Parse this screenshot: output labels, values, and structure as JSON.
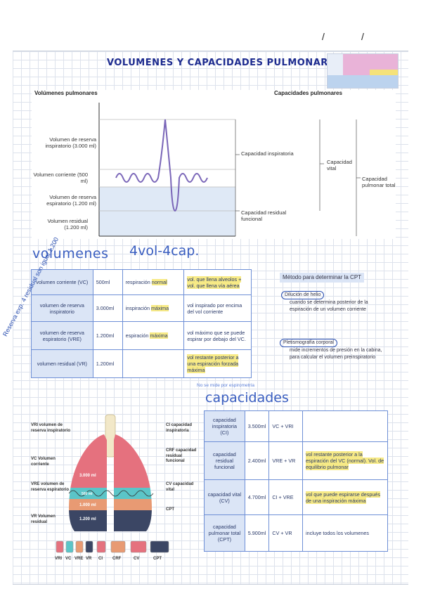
{
  "header": {
    "date_slashes": [
      "/",
      "/"
    ]
  },
  "title": "VOLUMENES Y CAPACIDADES PULMONARES",
  "diagram": {
    "left_header": "Volúmenes pulmonares",
    "right_header": "Capacidades pulmonares",
    "left_labels": [
      "Volumen de reserva inspiratorio (3.000 ml)",
      "Volumen corriente (500 ml)",
      "Volumen de reserva espiratorio (1.200 ml)",
      "Volumen residual (1.200 ml)"
    ],
    "mid_labels": [
      "Capacidad inspiratoria",
      "Capacidad residual funcional"
    ],
    "vital": "Capacidad vital",
    "total": "Capacidad pulmonar total"
  },
  "headings": {
    "volumenes": "volumenes",
    "count": "4vol-4cap.",
    "capacidades": "capacidades"
  },
  "volumes_table": [
    {
      "name": "volumen corriente (VC)",
      "ml": "500ml",
      "desc": [
        "respiración ",
        "normal"
      ],
      "def": "vol. que llena alveolos + vol. que llena vía aérea"
    },
    {
      "name": "volumen de reserva inspiratorio",
      "ml": "3.000ml",
      "desc": [
        "inspiración ",
        "máxima"
      ],
      "def": "vol inspirado por encima del vol corriente"
    },
    {
      "name": "volumen de reserva espiratorio (VRE)",
      "ml": "1.200ml",
      "desc": [
        "espiración ",
        "máxima"
      ],
      "def": "vol máximo que se puede espirar por debajo del VC."
    },
    {
      "name": "volumen residual (VR)",
      "ml": "1.200ml",
      "desc": [
        "",
        ""
      ],
      "def": "vol restante posterior a una espiración forzada máxima"
    }
  ],
  "no_se_mide": "No se mide por espirometría",
  "side_note": "Reserva exp. 4 residual son igual 1,200",
  "method": {
    "title": "Método para determinar la CPT",
    "items": [
      {
        "name": "Dilución de helio",
        "text": "cuando se determina posterior de la espiración de un volumen corriente"
      },
      {
        "name": "Pletismografía corporal",
        "text": "mide incrementos de presión en la cabina, para calcular el volumen preinspiratorio"
      }
    ]
  },
  "capacities_table": [
    {
      "name": "capacidad inspiratoria (CI)",
      "ml": "3.500ml",
      "formula": "VC + VRI",
      "def": ""
    },
    {
      "name": "capacidad residual funcional",
      "ml": "2.400ml",
      "formula": "VRE + VR",
      "def": "vol restante posterior a la espiración del VC (normal). Vol. de equilibrio pulmonar"
    },
    {
      "name": "capacidad vital (CV)",
      "ml": "4.700ml",
      "formula": "CI + VRE",
      "def": "vol que puede espirarse después de una inspiración máxima"
    },
    {
      "name": "capacidad pulmonar total (CPT)",
      "ml": "5.900ml",
      "formula": "CV + VR",
      "def": "incluye todos los volumenes"
    }
  ],
  "lung": {
    "left_labels": [
      "VRI volumen de reserva inspiratorio",
      "VC Volumen corriente",
      "VRE volumen de reserva espiratorio",
      "VR Volumen residual"
    ],
    "right_labels": [
      "CI capacidad inspiratoria",
      "CRF capacidad residual funcional",
      "CV capacidad vital",
      "CPT"
    ],
    "values": [
      "3.000 ml",
      "500 ml",
      "1.000 ml",
      "1.200 ml"
    ],
    "bottom": [
      "VRI",
      "VC",
      "VRE",
      "VR",
      "CI",
      "CRF",
      "CV",
      "CPT"
    ]
  },
  "colors": {
    "pink": "#e5717e",
    "teal": "#5bc5c8",
    "orange": "#e89a73",
    "navy": "#3b4664",
    "accent": "#3a5ec0",
    "highlight": "#f7ea86"
  }
}
